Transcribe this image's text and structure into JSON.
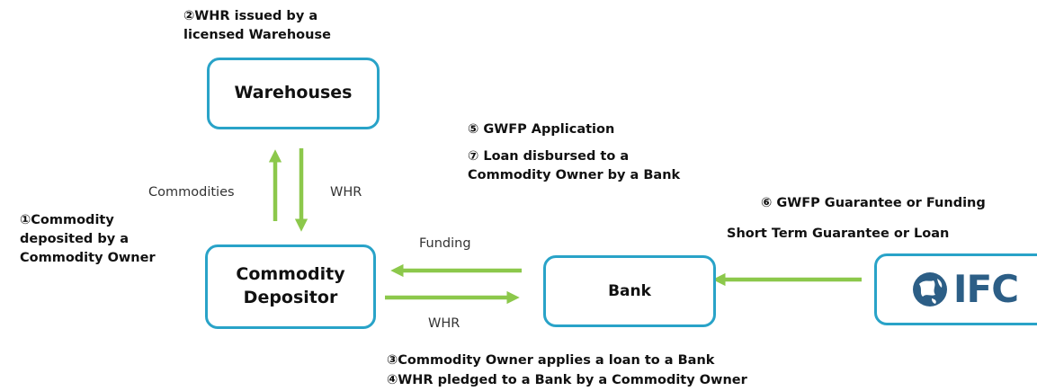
{
  "nodes": {
    "warehouses": "Warehouses",
    "depositor_line1": "Commodity",
    "depositor_line2": "Depositor",
    "bank": "Bank",
    "ifc_logo_text": "IFC"
  },
  "notes": {
    "step2_line1": "②WHR issued by a",
    "step2_line2": "licensed Warehouse",
    "step1_line1": "①Commodity",
    "step1_line2": "deposited by a",
    "step1_line3": "Commodity Owner",
    "step5": "⑤ GWFP Application",
    "step7_line1": "⑦ Loan disbursed to a",
    "step7_line2": "Commodity Owner by a Bank",
    "step6": "⑥ GWFP Guarantee or Funding",
    "short_term": "Short Term Guarantee or Loan",
    "step3": "③Commodity Owner applies a loan to a Bank",
    "step4": "④WHR pledged to a Bank by a Commodity Owner"
  },
  "edge_labels": {
    "commodities": "Commodities",
    "whr_down": "WHR",
    "funding": "Funding",
    "whr_right": "WHR"
  },
  "colors": {
    "box_border": "#29a3c8",
    "arrow": "#8cc84b",
    "logo": "#2c5e86"
  }
}
